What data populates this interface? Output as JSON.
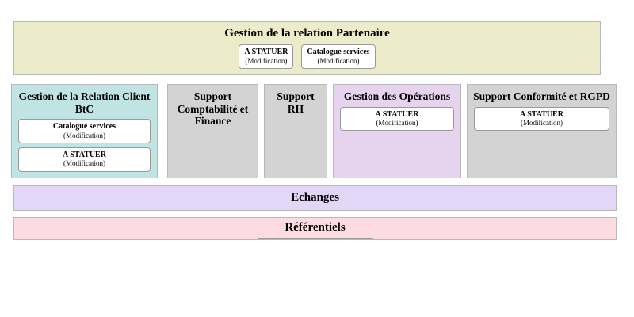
{
  "diagram": {
    "rows": [
      {
        "id": "partenaire",
        "title": "Gestion de la relation Partenaire",
        "color": "#ececcb",
        "chips": [
          {
            "main": "A STATUER",
            "sub": "(Modification)"
          },
          {
            "main": "Catalogue services",
            "sub": "(Modification)"
          }
        ]
      }
    ],
    "columns": [
      {
        "id": "btc",
        "title": "Gestion de la Relation Client BtC",
        "color": "#bfe4e3",
        "chips": [
          {
            "main": "Catalogue services",
            "sub": "(Modification)"
          },
          {
            "main": "A STATUER",
            "sub": "(Modification)"
          }
        ]
      },
      {
        "id": "compta",
        "title": "Support Comptabilité et Finance",
        "color": "#d3d3d3",
        "chips": []
      },
      {
        "id": "rh",
        "title": "Support RH",
        "color": "#d3d3d3",
        "chips": []
      },
      {
        "id": "ops",
        "title": "Gestion des Opérations",
        "color": "#e6d3ee",
        "chips": [
          {
            "main": "A STATUER",
            "sub": "(Modification)"
          }
        ]
      },
      {
        "id": "conformite",
        "title": "Support Conformité et RGPD",
        "color": "#d3d3d3",
        "chips": [
          {
            "main": "A STATUER",
            "sub": "(Modification)"
          }
        ]
      }
    ],
    "bands": [
      {
        "id": "echanges",
        "title": "Echanges",
        "color": "#e4d6f7",
        "chips": []
      },
      {
        "id": "referentiels",
        "title": "Référentiels",
        "color": "#fcdce2",
        "chips": [
          {
            "main": "",
            "sub": ""
          }
        ]
      }
    ],
    "colors": {
      "partenaire_band": "#ececcb",
      "btc_column": "#bfe4e3",
      "support_column": "#d3d3d3",
      "operations_column": "#e6d3ee",
      "echanges_band": "#e4d6f7",
      "referentiels_band": "#fcdce2",
      "border": "#b9b9b9",
      "chip_background": "#ffffff",
      "chip_border": "#9a9a9a",
      "text": "#000000"
    }
  }
}
